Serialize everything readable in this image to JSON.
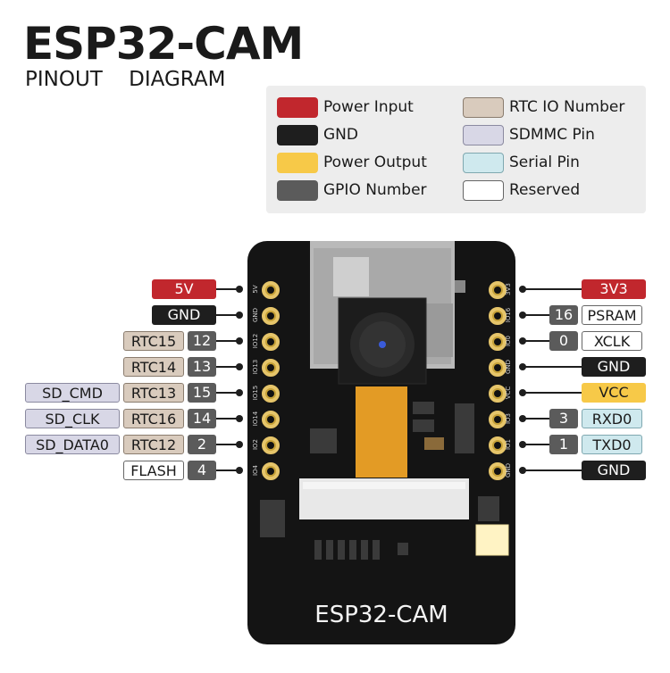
{
  "header": {
    "title": "ESP32-CAM",
    "subtitle": "PINOUT DIAGRAM"
  },
  "legend": [
    {
      "label": "Power Input",
      "color": "#c1272d"
    },
    {
      "label": "GND",
      "color": "#1e1e1e"
    },
    {
      "label": "Power Output",
      "color": "#f7c948"
    },
    {
      "label": "GPIO Number",
      "color": "#5b5b5b"
    },
    {
      "label": "RTC IO Number",
      "color": "#d9cbbd"
    },
    {
      "label": "SDMMC Pin",
      "color": "#d8d7e6"
    },
    {
      "label": "Serial Pin",
      "color": "#cfe9ee"
    },
    {
      "label": "Reserved",
      "color": "#ffffff"
    }
  ],
  "board": {
    "label": "ESP32-CAM",
    "left_silk": [
      "5V",
      "GND",
      "IO12",
      "IO13",
      "IO15",
      "IO14",
      "IO2",
      "IO4"
    ],
    "right_silk": [
      "3V3",
      "IO16",
      "IO0",
      "GND",
      "VCC",
      "IO3",
      "IO1",
      "GND"
    ]
  },
  "left_pins": [
    {
      "labels": [
        {
          "text": "5V",
          "kind": "power"
        }
      ]
    },
    {
      "labels": [
        {
          "text": "GND",
          "kind": "gnd"
        }
      ]
    },
    {
      "labels": [
        {
          "text": "12",
          "kind": "gpio"
        },
        {
          "text": "RTC15",
          "kind": "rtc"
        }
      ]
    },
    {
      "labels": [
        {
          "text": "13",
          "kind": "gpio"
        },
        {
          "text": "RTC14",
          "kind": "rtc"
        }
      ]
    },
    {
      "labels": [
        {
          "text": "15",
          "kind": "gpio"
        },
        {
          "text": "RTC13",
          "kind": "rtc"
        },
        {
          "text": "SD_CMD",
          "kind": "sdmmc"
        }
      ]
    },
    {
      "labels": [
        {
          "text": "14",
          "kind": "gpio"
        },
        {
          "text": "RTC16",
          "kind": "rtc"
        },
        {
          "text": "SD_CLK",
          "kind": "sdmmc"
        }
      ]
    },
    {
      "labels": [
        {
          "text": "2",
          "kind": "gpio"
        },
        {
          "text": "RTC12",
          "kind": "rtc"
        },
        {
          "text": "SD_DATA0",
          "kind": "sdmmc"
        }
      ]
    },
    {
      "labels": [
        {
          "text": "4",
          "kind": "gpio"
        },
        {
          "text": "FLASH",
          "kind": "reserved"
        }
      ]
    }
  ],
  "right_pins": [
    {
      "labels": [
        {
          "text": "3V3",
          "kind": "power"
        }
      ]
    },
    {
      "labels": [
        {
          "text": "16",
          "kind": "gpio"
        },
        {
          "text": "PSRAM",
          "kind": "reserved"
        }
      ]
    },
    {
      "labels": [
        {
          "text": "0",
          "kind": "gpio"
        },
        {
          "text": "XCLK",
          "kind": "reserved"
        }
      ]
    },
    {
      "labels": [
        {
          "text": "GND",
          "kind": "gnd"
        }
      ]
    },
    {
      "labels": [
        {
          "text": "VCC",
          "kind": "pout"
        }
      ]
    },
    {
      "labels": [
        {
          "text": "3",
          "kind": "gpio"
        },
        {
          "text": "RXD0",
          "kind": "serial"
        }
      ]
    },
    {
      "labels": [
        {
          "text": "1",
          "kind": "gpio"
        },
        {
          "text": "TXD0",
          "kind": "serial"
        }
      ]
    },
    {
      "labels": [
        {
          "text": "GND",
          "kind": "gnd"
        }
      ]
    }
  ]
}
